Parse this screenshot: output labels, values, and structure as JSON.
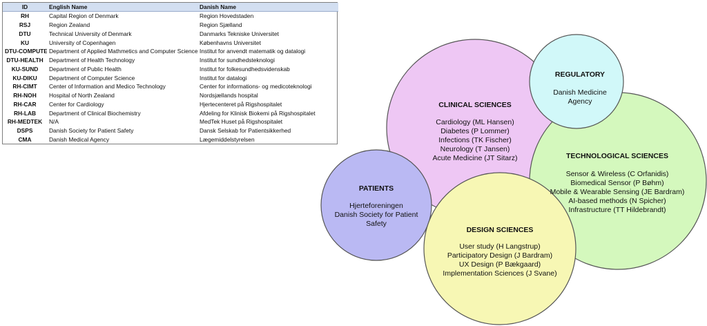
{
  "table": {
    "headers": {
      "id": "ID",
      "english": "English Name",
      "danish": "Danish Name"
    },
    "rows": [
      {
        "id": "RH",
        "english": "Capital Region of Denmark",
        "danish": "Region Hovedstaden"
      },
      {
        "id": "RSJ",
        "english": "Region Zealand",
        "danish": "Region Sjælland"
      },
      {
        "id": "DTU",
        "english": "Technical University of Denmark",
        "danish": "Danmarks Tekniske Universitet"
      },
      {
        "id": "KU",
        "english": "University of Copenhagen",
        "danish": "Københavns Universitet"
      },
      {
        "id": "DTU-COMPUTE",
        "english": "Department of Applied Mathmetics and Computer Science",
        "danish": "Institut for anvendt matematik og datalogi"
      },
      {
        "id": "DTU-HEALTH",
        "english": "Department of Health Technology",
        "danish": "Institut for sundhedsteknologi"
      },
      {
        "id": "KU-SUND",
        "english": "Department of Public Health",
        "danish": "Institut for folkesundhedsvidenskab"
      },
      {
        "id": "KU-DIKU",
        "english": "Department of Computer Science",
        "danish": "Institut for datalogi"
      },
      {
        "id": "RH-CIMT",
        "english": "Center of Information and Medico Technology",
        "danish": "Center for informations- og medicoteknologi"
      },
      {
        "id": "RH-NOH",
        "english": "Hospital of North Zealand",
        "danish": "Nordsjællands hospital"
      },
      {
        "id": "RH-CAR",
        "english": "Center for Cardiology",
        "danish": "Hjertecenteret på Rigshospitalet"
      },
      {
        "id": "RH-LAB",
        "english": "Department of Clinical Biochemistry",
        "danish": "Afdeling for Klinisk Biokemi på Rigshospitalet"
      },
      {
        "id": "RH-MEDTEK",
        "english": "N/A",
        "danish": "MedTek Huset på Rigshospitalet"
      },
      {
        "id": "DSPS",
        "english": "Danish Society for Patient Safety",
        "danish": "Dansk Selskab for Patientsikkerhed"
      },
      {
        "id": "CMA",
        "english": "Danish Medical Agency",
        "danish": "Lægemiddelstyrelsen"
      }
    ]
  },
  "diagram": {
    "clinical": {
      "title": "CLINICAL SCIENCES",
      "lines": [
        "Cardiology (ML Hansen)",
        "Diabetes (P Lommer)",
        "Infections (TK Fischer)",
        "Neurology (T Jansen)",
        "Acute Medicine (JT Sitarz)"
      ],
      "color": "#eec7f4"
    },
    "regulatory": {
      "title": "REGULATORY",
      "lines": [
        "Danish Medicine",
        "Agency"
      ],
      "color": "#d1f8f9"
    },
    "technological": {
      "title": "TECHNOLOGICAL SCIENCES",
      "lines": [
        "Sensor & Wireless (C Orfanidis)",
        "Biomedical Sensor (P Bøhm)",
        "Mobile & Wearable Sensing (JE Bardram)",
        "AI-based methods (N Spicher)",
        "Infrastructure (TT Hildebrandt)"
      ],
      "color": "#d4f8bd"
    },
    "patients": {
      "title": "PATIENTS",
      "lines": [
        "Hjerteforeningen",
        "Danish Society for Patient",
        "Safety"
      ],
      "color": "#bab9f3"
    },
    "design": {
      "title": "DESIGN SCIENCES",
      "lines": [
        "User study (H Langstrup)",
        "Participatory Design (J Bardram)",
        "UX Design (P Bækgaard)",
        "Implementation Sciences (J Svane)"
      ],
      "color": "#f7f7b4"
    }
  }
}
